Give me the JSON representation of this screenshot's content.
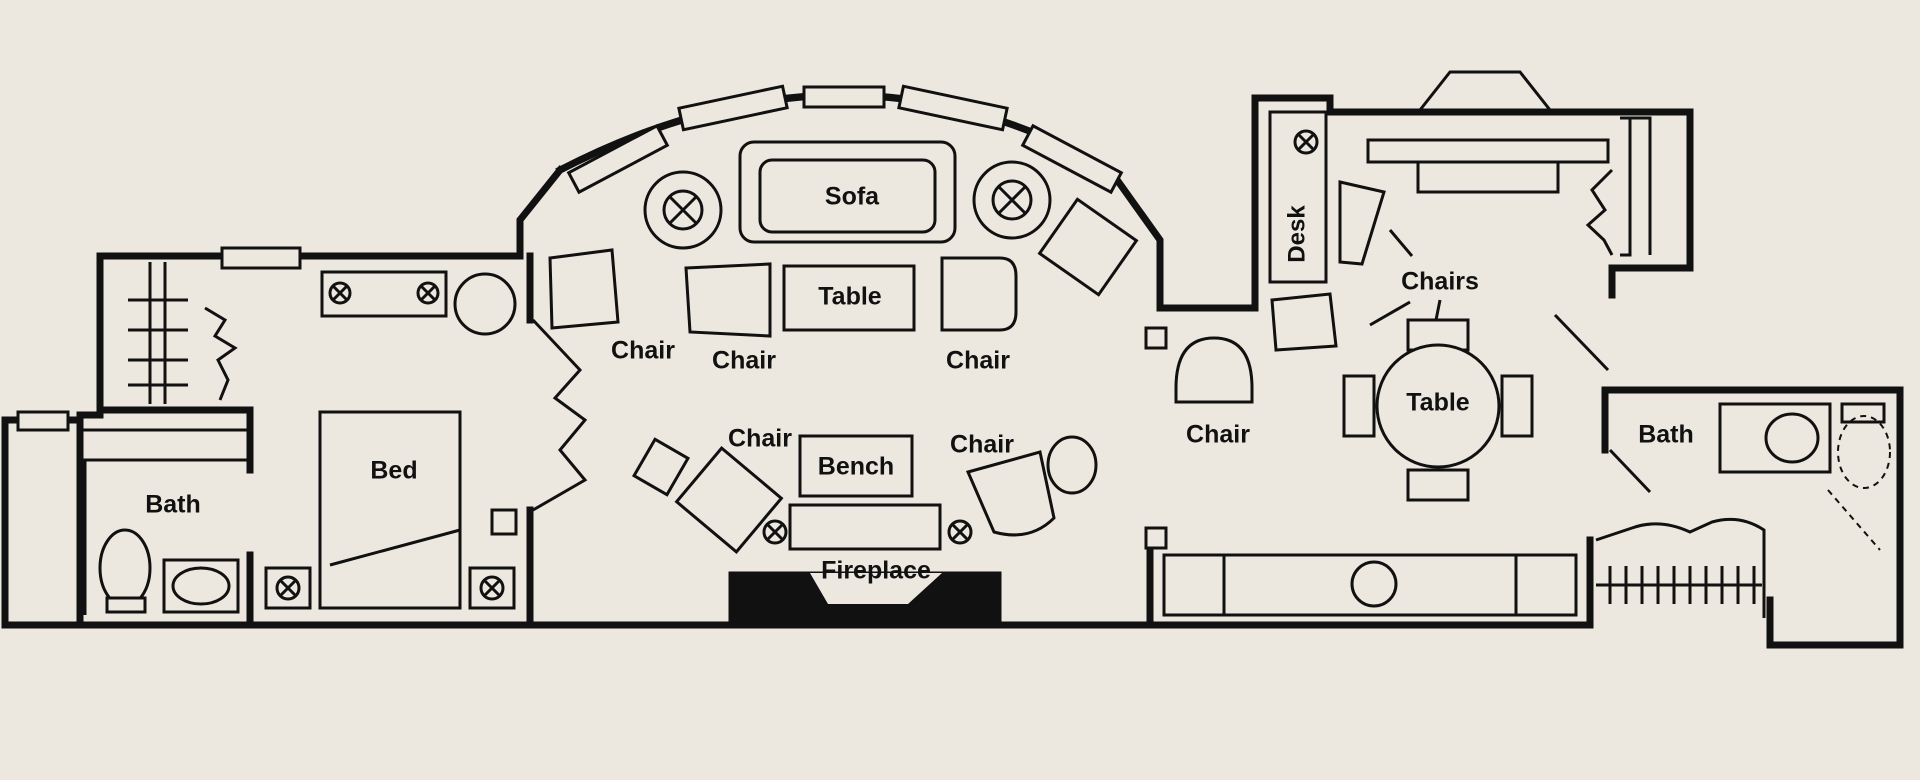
{
  "labels": {
    "bath_left": "Bath",
    "bed": "Bed",
    "sofa": "Sofa",
    "table_center": "Table",
    "chair_1": "Chair",
    "chair_2": "Chair",
    "chair_3": "Chair",
    "chair_4": "Chair",
    "chair_5": "Chair",
    "chair_6": "Chair",
    "bench": "Bench",
    "fireplace": "Fireplace",
    "desk": "Desk",
    "chairs": "Chairs",
    "table_dining": "Table",
    "bath_right": "Bath"
  },
  "colors": {
    "paper": "#ede8df",
    "ink": "#111111"
  }
}
